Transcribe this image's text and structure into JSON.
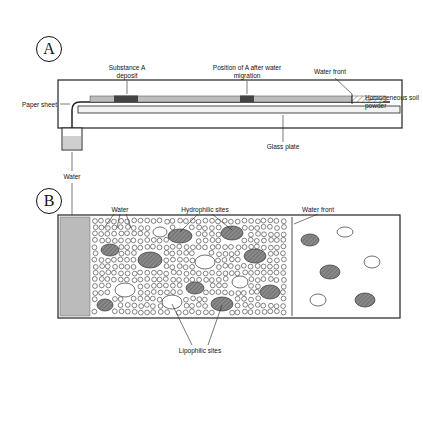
{
  "diagram": {
    "nodes": [
      {
        "text": [
          "A"
        ]
      },
      {
        "text": [
          "B"
        ]
      }
    ],
    "labels": [
      "Substance A deposit",
      "Position of A after water migration",
      "Water front",
      "Homogeneous soil powder",
      "Paper sheet",
      "Glass plate",
      "Water",
      "Water",
      "Hydrophilic sites",
      "Water front",
      "Lipophilic sites"
    ]
  }
}
